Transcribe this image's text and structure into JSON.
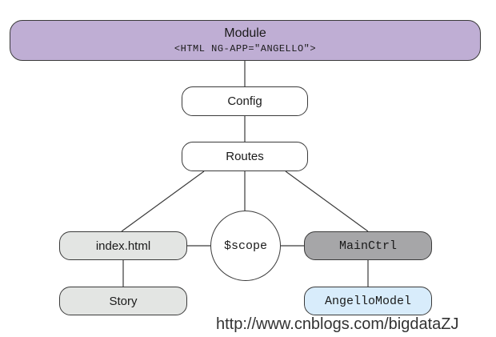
{
  "colors": {
    "module_fill": "#bfaed4",
    "white_fill": "#ffffff",
    "light_gray_fill": "#e3e5e3",
    "dark_gray_fill": "#a6a6a8",
    "light_blue_fill": "#d8ecfb",
    "line": "#3a3a3a",
    "caption": "#c77a2c"
  },
  "nodes": {
    "module": {
      "title": "Module",
      "subtitle": "<HTML NG-APP=\"ANGELLO\">"
    },
    "config": {
      "label": "Config"
    },
    "routes": {
      "label": "Routes"
    },
    "index": {
      "label": "index.html"
    },
    "scope": {
      "label": "$scope"
    },
    "mainctrl": {
      "label": "MainCtrl"
    },
    "story": {
      "label": "Story"
    },
    "angello_model": {
      "label": "AngelloModel"
    }
  },
  "watermark": "http://www.cnblogs.com/bigdataZJ"
}
